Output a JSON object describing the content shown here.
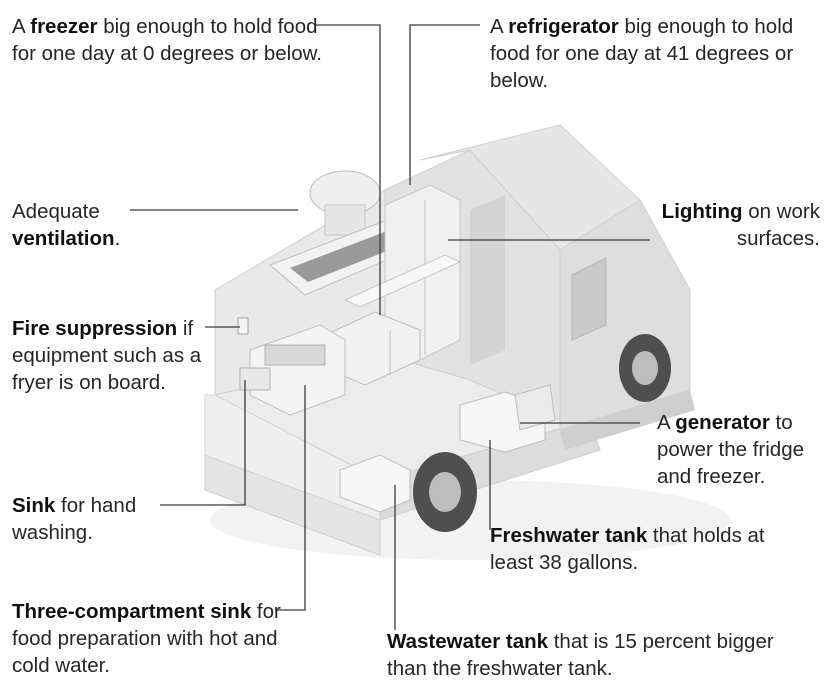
{
  "labels": {
    "freezer": {
      "pre": "A ",
      "bold": "freezer",
      "post": " big enough to hold food for one day at 0 degrees or below."
    },
    "fridge": {
      "pre": "A ",
      "bold": "refrigerator",
      "post": " big enough to hold food for one day at 41 degrees or below."
    },
    "ventilation": {
      "pre": "Adequate ",
      "bold": "ventilation",
      "post": "."
    },
    "lighting": {
      "pre": "",
      "bold": "Lighting",
      "post": " on work surfaces."
    },
    "fire": {
      "pre": "",
      "bold": "Fire suppression",
      "post": " if equipment such as a fryer is on board."
    },
    "generator": {
      "pre": "A ",
      "bold": "generator",
      "post": " to power the fridge and freezer."
    },
    "sink": {
      "pre": "",
      "bold": "Sink",
      "post": " for hand washing."
    },
    "freshwater": {
      "pre": "",
      "bold": "Freshwater tank",
      "post": " that holds at least 38 gallons."
    },
    "threecomp": {
      "pre": "",
      "bold": "Three-compartment sink",
      "post": " for food preparation with hot and cold water."
    },
    "wastewater": {
      "pre": "",
      "bold": "Wastewater tank",
      "post": " that is 15 percent bigger than the freshwater tank."
    }
  },
  "colors": {
    "line": "#3a3a3a",
    "truck": "#e6e6e6",
    "truck_dark": "#bdbdbd",
    "wheel": "#5a5a5a"
  }
}
